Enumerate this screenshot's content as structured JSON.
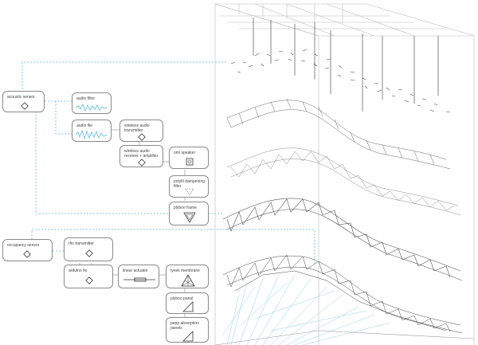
{
  "nodes": {
    "acoustic_sensor": "acoustic sensor",
    "audio_filter": "audio filter",
    "audio_file": "audio file",
    "wireless_audio_transmitter": "wireless audio\ntransmitter",
    "wireless_audio_receiver": "wireless audio\nreceiver + amplifier",
    "omni_speaker": "omi speaker",
    "polyfil_filter": "polyfil dampening\nfilter",
    "plyboo_frame": "plyboo frame",
    "occupancy_sensor": "occupancy sensor",
    "rfio_transmitter": "rfio transmitter",
    "arduino_fio": "arduino fio",
    "linear_actuator": "linear actuator",
    "tyvek_membrane": "tyvek membrane",
    "plyboo_panel": "plyboo panel",
    "pepp_panels": "pepp absorption\npanels"
  },
  "colors": {
    "line": "#9a9a9a",
    "accent": "#5fb8dc",
    "box_border": "#8a8a8a"
  }
}
